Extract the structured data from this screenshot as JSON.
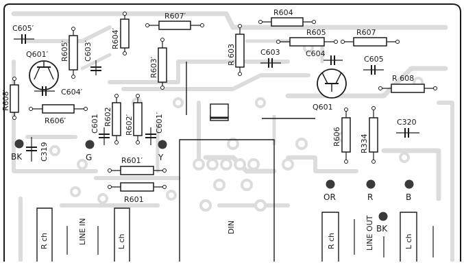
{
  "labels": {
    "r607p": "R607′",
    "r604p": "R604′",
    "r605p": "R605′",
    "r603p": "R603′",
    "r608p": "R608′",
    "r606p": "R606′",
    "r602": "R602",
    "r602p": "R602′",
    "r601p": "R601′",
    "r601": "R601",
    "r604": "R604",
    "r605": "R605",
    "r607": "R607",
    "r603": "R 603",
    "r608": "R 608",
    "r606": "R606",
    "r334": "R334",
    "c605p": "C605′",
    "c603p": "C603′",
    "c604p": "C604′",
    "c601": "C601",
    "c601p": "C601′",
    "c319": "C319",
    "c603": "C603",
    "c604": "C604",
    "c605": "C605",
    "c320": "C320",
    "q601p": "Q601′",
    "q601": "Q601"
  },
  "terminals": {
    "bk_left": "BK",
    "g": "G",
    "y": "Y",
    "or": "OR",
    "r": "R",
    "b": "B",
    "bk_right": "BK"
  },
  "connectors": {
    "rch_left": "R ch",
    "line_in": "LINE IN",
    "lch_left": "L ch",
    "din": "DIN",
    "rch_right": "R ch",
    "line_out": "LINE OUT",
    "lch_right": "L ch"
  },
  "colors": {
    "ink": "#1a1a1a",
    "trace": "#dcdcdc",
    "pad": "#3a3a3a",
    "background": "#ffffff"
  }
}
